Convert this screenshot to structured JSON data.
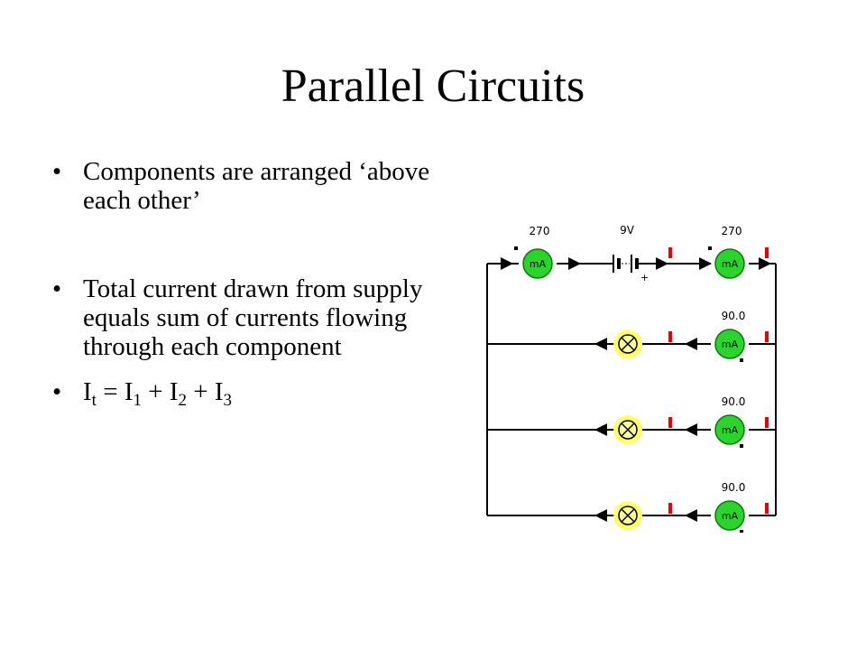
{
  "slide": {
    "title": "Parallel Circuits",
    "bullets": [
      {
        "text": "Components are arranged ‘above each other’"
      },
      {
        "text": "Total current drawn from supply equals sum of currents flowing through each component"
      }
    ],
    "formula": {
      "i": "I",
      "t": "t",
      "eq": " = ",
      "plus": " + ",
      "s1": "1",
      "s2": "2",
      "s3": "3"
    }
  },
  "circuit": {
    "battery_label": "9V",
    "meter_unit": "mA",
    "supply_meter_left_reading": "270",
    "supply_meter_right_reading": "270",
    "branch_readings": [
      "90.0",
      "90.0",
      "90.0"
    ],
    "colors": {
      "wire": "#000000",
      "meter_fill": "#2bd42b",
      "lamp_glow": "#ffff55",
      "probe": "#ee0000"
    }
  }
}
